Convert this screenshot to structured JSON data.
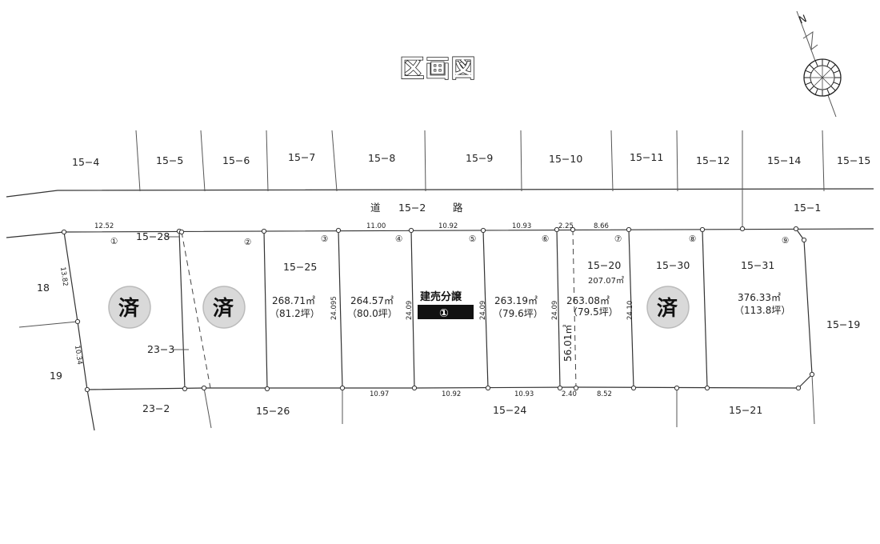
{
  "title": "区画図",
  "compass": {
    "north": "N"
  },
  "road": {
    "label_left": "道",
    "label_mid": "15−2",
    "label_right": "路",
    "label_east": "15−1"
  },
  "north_parcels": [
    "15−4",
    "15−5",
    "15−6",
    "15−7",
    "15−8",
    "15−9",
    "15−10",
    "15−11",
    "15−12",
    "15−14",
    "15−15"
  ],
  "front_dims": {
    "d1": "12.52",
    "d2": "11.00",
    "d3": "10.92",
    "d4": "10.93",
    "d5": "2.25",
    "d6": "8.66"
  },
  "rear_dims": {
    "d1": "10.97",
    "d2": "10.92",
    "d3": "10.93",
    "d4": "2.40",
    "d5": "8.52"
  },
  "side_dims": {
    "left_upper": "13.82",
    "left_lower": "10.34",
    "l3": "24.095",
    "l4": "24.09",
    "l5": "24.09",
    "l6": "24.09",
    "l7": "24.10",
    "passage": "56.01㎡"
  },
  "lots": [
    {
      "num": "①"
    },
    {
      "num": "②"
    },
    {
      "num": "③"
    },
    {
      "num": "④"
    },
    {
      "num": "⑤"
    },
    {
      "num": "⑥"
    },
    {
      "num": "⑦"
    },
    {
      "num": "⑧"
    },
    {
      "num": "⑨"
    }
  ],
  "lot_info": {
    "lot3": {
      "parcel": "15−25",
      "area": "268.71㎡",
      "tsubo": "（81.2坪）"
    },
    "lot4": {
      "area": "264.57㎡",
      "tsubo": "（80.0坪）"
    },
    "lot5": {
      "title": "建売分譲",
      "num": "①"
    },
    "lot6": {
      "area": "263.19㎡",
      "tsubo": "（79.6坪）"
    },
    "lot7": {
      "parcel": "15−20",
      "area_sub": "207.07㎡",
      "area": "263.08㎡",
      "tsubo": "（79.5坪）"
    },
    "lot8": {
      "parcel": "15−30"
    },
    "lot9": {
      "parcel": "15−31",
      "area": "376.33㎡",
      "tsubo": "（113.8坪）"
    }
  },
  "sold_mark": "済",
  "neighbor_labels": {
    "p15_28": "15−28",
    "p18": "18",
    "p19": "19",
    "p23_3": "23−3",
    "p23_2": "23−2",
    "p15_26": "15−26",
    "p15_24": "15−24",
    "p15_21": "15−21",
    "p15_19": "15−19"
  }
}
